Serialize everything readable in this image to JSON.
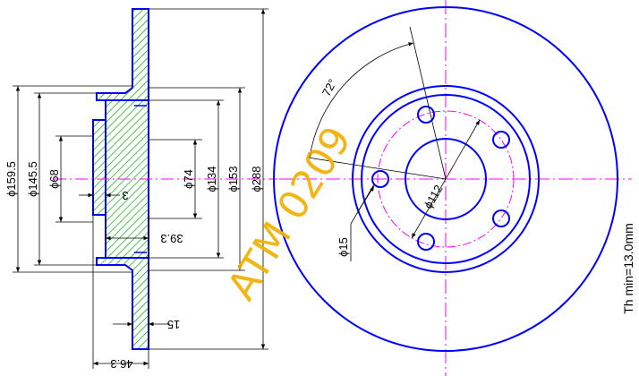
{
  "colors": {
    "outline": "#0000ff",
    "dimension": "#000000",
    "centerline": "#ff00ff",
    "hatch": "#00aa00",
    "watermark": "#f0b000"
  },
  "side_view_dims": {
    "d159": "ϕ159.5",
    "d145": "ϕ145.5",
    "d68": "ϕ68",
    "d74": "ϕ74",
    "d134": "ϕ134",
    "d153": "ϕ153",
    "d288": "ϕ288",
    "hub_thk": "3",
    "hat_depth": "39.3",
    "disc_thk": "15",
    "total_height": "46.3"
  },
  "front_view_dims": {
    "angle": "72°",
    "pcd": "ϕ112",
    "hole": "ϕ15"
  },
  "watermark": "ATM 0209",
  "min_thickness": "Th min=13.0mm"
}
